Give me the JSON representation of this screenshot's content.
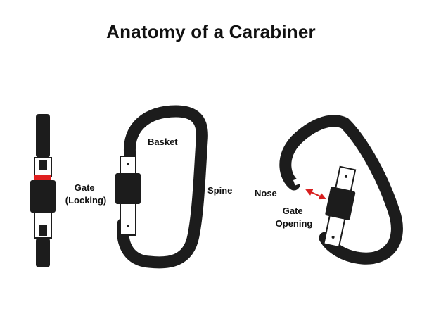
{
  "title": "Anatomy of a Carabiner",
  "labels": {
    "basket": "Basket",
    "gate_line1": "Gate",
    "gate_line2": "(Locking)",
    "spine": "Spine",
    "nose": "Nose",
    "gate_opening_line1": "Gate",
    "gate_opening_line2": "Opening"
  },
  "colors": {
    "body": "#1c1c1c",
    "gate_metal": "#ffffff",
    "lock_band": "#e02020",
    "arrow": "#d81e1e",
    "text": "#111111"
  }
}
